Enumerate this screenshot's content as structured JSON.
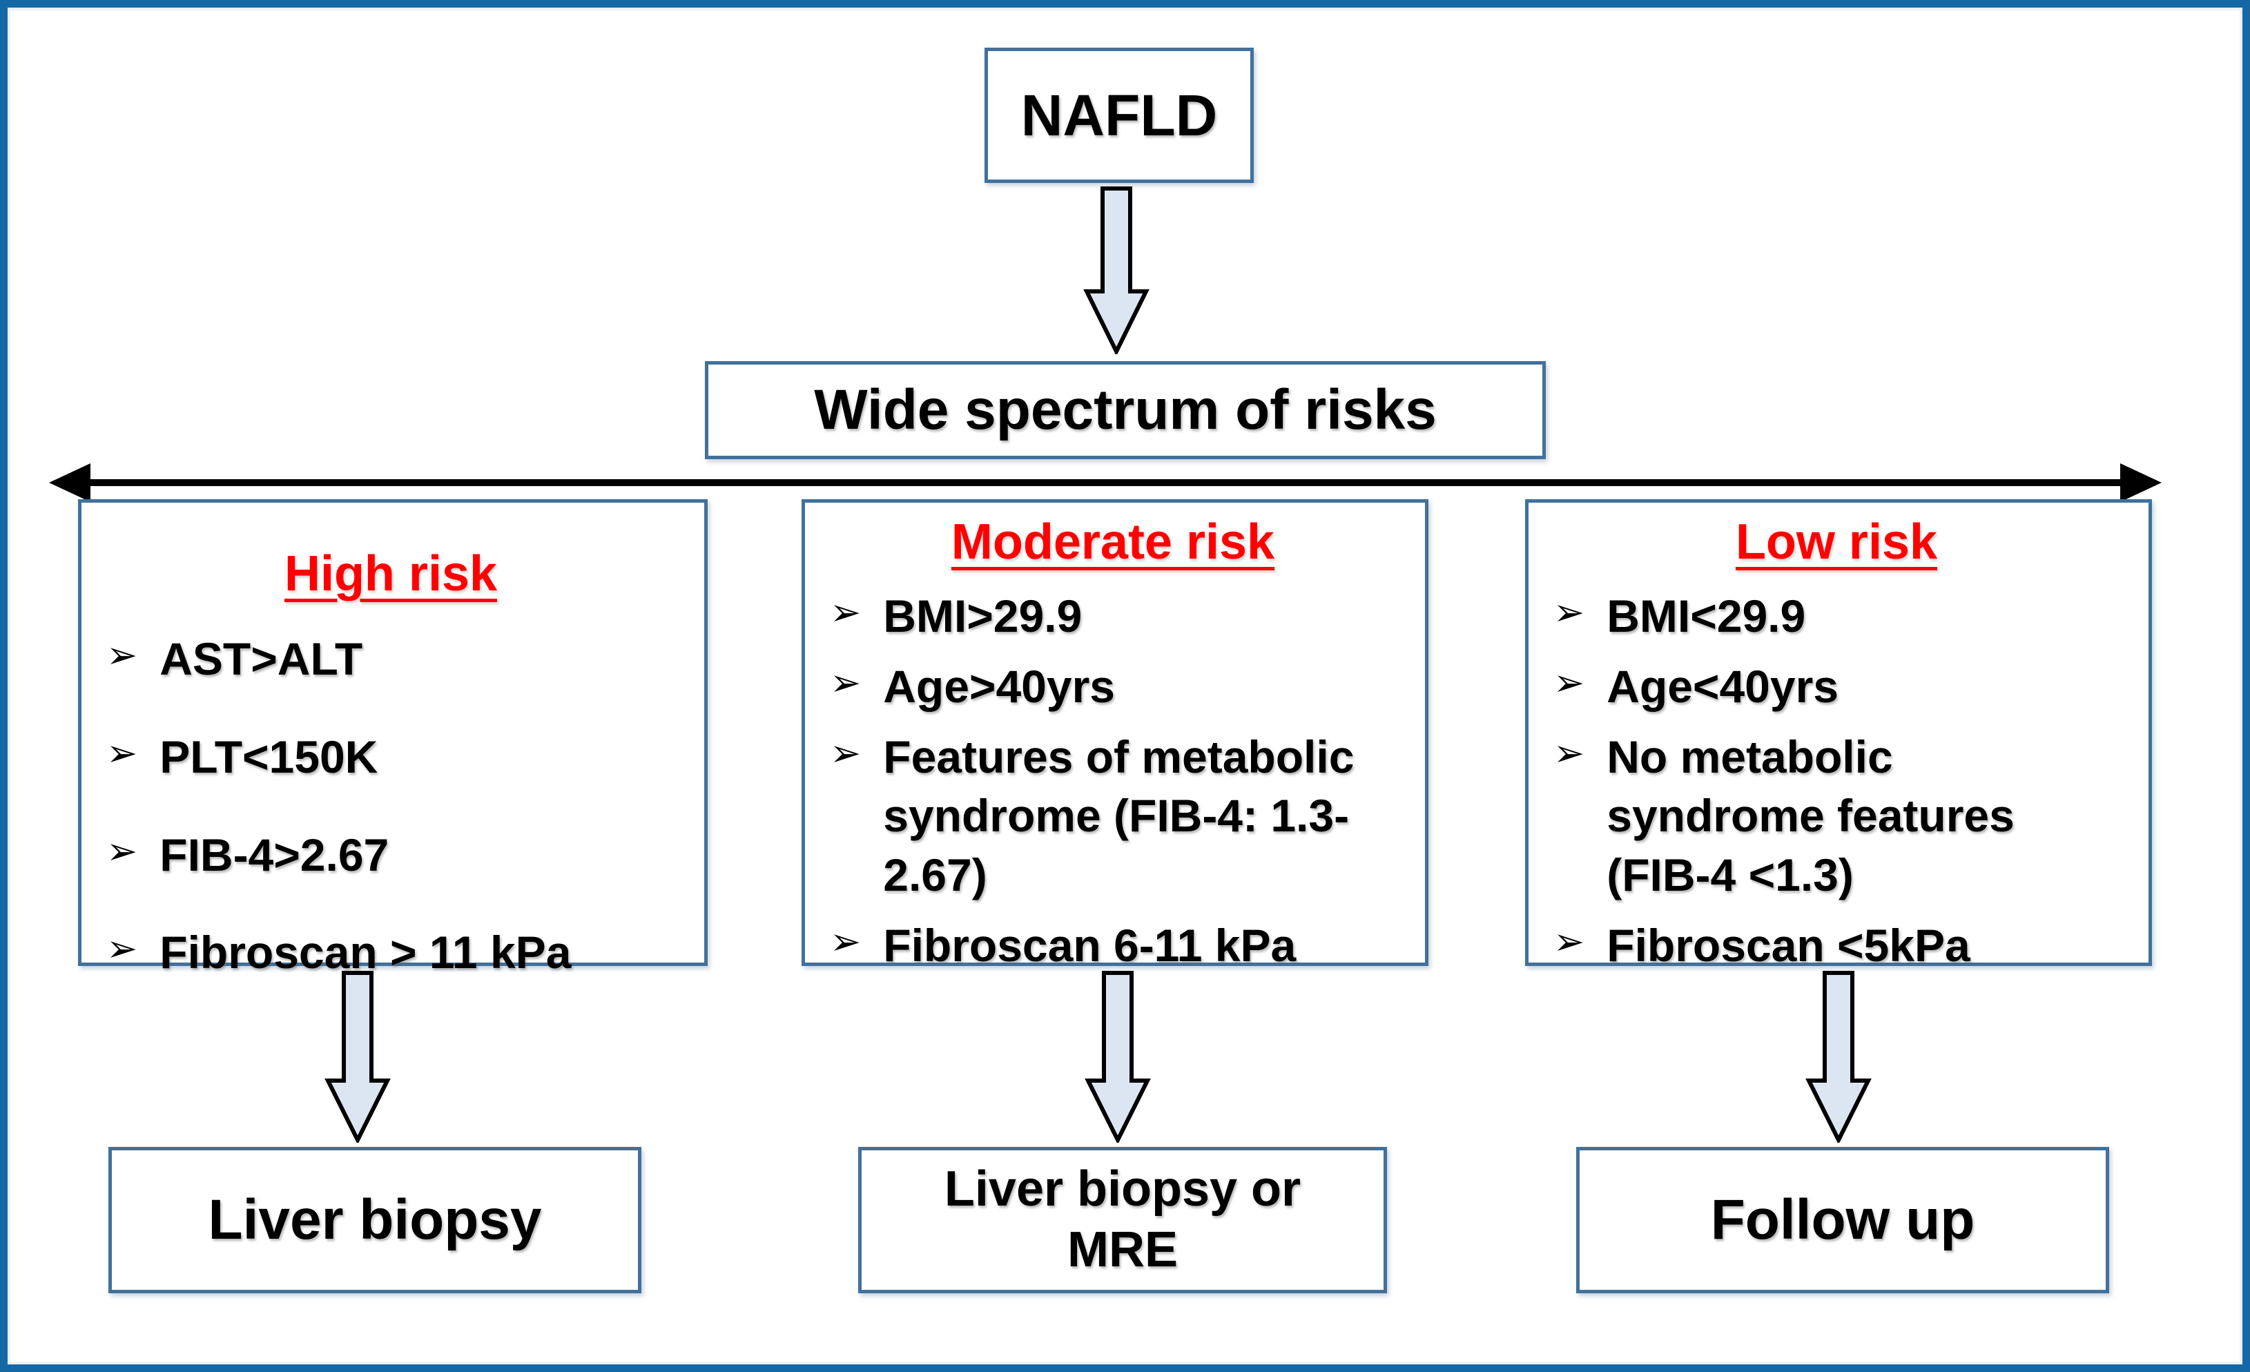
{
  "root": {
    "label": "NAFLD"
  },
  "spectrum": {
    "label": "Wide spectrum of risks"
  },
  "bullet_glyph": "➢",
  "branches": [
    {
      "title": "High risk",
      "items": [
        "AST>ALT",
        "PLT<150K",
        "FIB-4>2.67",
        "Fibroscan > 11 kPa"
      ],
      "outcome": "Liver biopsy"
    },
    {
      "title": "Moderate risk",
      "items": [
        "BMI>29.9",
        "Age>40yrs",
        "Features of metabolic\nsyndrome (FIB-4: 1.3-\n2.67)",
        "Fibroscan 6-11 kPa"
      ],
      "outcome": "Liver biopsy or\nMRE"
    },
    {
      "title": "Low risk",
      "items": [
        "BMI<29.9",
        "Age<40yrs",
        "No metabolic\nsyndrome features\n(FIB-4 <1.3)",
        "Fibroscan <5kPa"
      ],
      "outcome": "Follow up"
    }
  ],
  "colors": {
    "outer_border": "#1468a5",
    "box_border": "#41719c",
    "risk_title_red": "#fe0000",
    "arrow_fill": "#dce6f2",
    "arrow_stroke": "#000000",
    "connector": "#000000"
  }
}
